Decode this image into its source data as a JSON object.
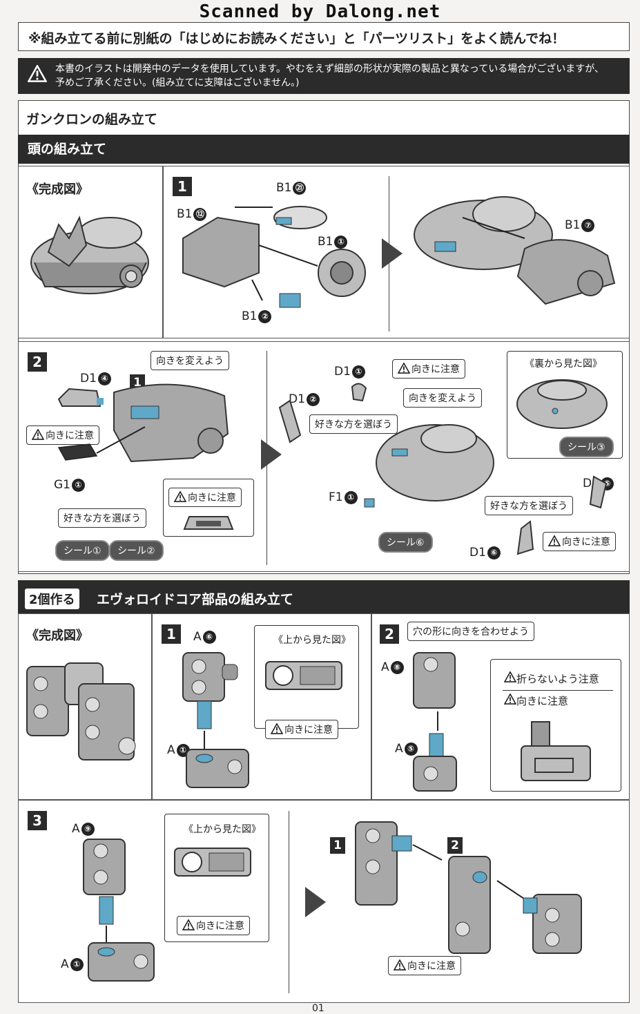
{
  "scan_header": "Scanned by Dalong.net",
  "top_note": "※組み立てる前に別紙の「はじめにお読みください」と「パーツリスト」をよく読んでね！",
  "warning": {
    "line1": "本書のイラストは開発中のデータを使用しています。やむをえず細部の形状が実際の製品と異なっている場合がございますが、",
    "line2": "予めご了承ください。(組み立てに支障はございません。)"
  },
  "section1": {
    "title": "ガンクロンの組み立て",
    "sub_title": "頭の組み立て",
    "completed_label": "《完成図》",
    "step1": {
      "num": "1",
      "parts": [
        {
          "id": "B1",
          "n": "㉑"
        },
        {
          "id": "B1",
          "n": "⑫"
        },
        {
          "id": "B1",
          "n": "①"
        },
        {
          "id": "B1",
          "n": "②"
        },
        {
          "id": "B1",
          "n": "⑦"
        }
      ]
    },
    "step2": {
      "num": "2",
      "sub_num": "1",
      "parts": [
        {
          "id": "D1",
          "n": "④"
        },
        {
          "id": "G1",
          "n": "①"
        },
        {
          "id": "D1",
          "n": "①"
        },
        {
          "id": "D1",
          "n": "②"
        },
        {
          "id": "F1",
          "n": "①"
        },
        {
          "id": "D1",
          "n": "⑤"
        },
        {
          "id": "D1",
          "n": "⑥"
        }
      ],
      "callouts": {
        "change_dir_a": "向きを変えよう",
        "caution_a": "向きに注意",
        "choose_a": "好きな方を選ぼう",
        "caution_b": "向きに注意",
        "caution_c": "向きに注意",
        "change_dir_b": "向きを変えよう",
        "choose_b": "好きな方を選ぼう",
        "choose_c": "好きな方を選ぼう",
        "caution_d": "向きに注意",
        "back_view": "《裏から見た図》"
      },
      "stickers": [
        "シール①",
        "シール②",
        "シール③",
        "シール⑥"
      ]
    }
  },
  "section2": {
    "badge": "2個作る",
    "title": "エヴォロイドコア部品の組み立て",
    "completed_label": "《完成図》",
    "step1": {
      "num": "1",
      "parts": [
        {
          "id": "A",
          "n": "⑥"
        },
        {
          "id": "A",
          "n": "①"
        }
      ],
      "top_view": "《上から見た図》",
      "caution": "向きに注意"
    },
    "step2": {
      "num": "2",
      "parts": [
        {
          "id": "A",
          "n": "⑧"
        },
        {
          "id": "A",
          "n": "⑤"
        }
      ],
      "align": "穴の形に向きを合わせよう",
      "no_bend": "折らないよう注意",
      "caution": "向きに注意"
    },
    "step3": {
      "num": "3",
      "parts": [
        {
          "id": "A",
          "n": "⑨"
        },
        {
          "id": "A",
          "n": "①"
        }
      ],
      "top_view": "《上から見た図》",
      "caution_a": "向きに注意",
      "sub1": "1",
      "sub2": "2",
      "caution_b": "向きに注意"
    }
  },
  "page_number": "01",
  "colors": {
    "accent_blue": "#5fa8c8",
    "dark_bar": "#2b2b2b",
    "part_gray": "#9a9a9a"
  }
}
